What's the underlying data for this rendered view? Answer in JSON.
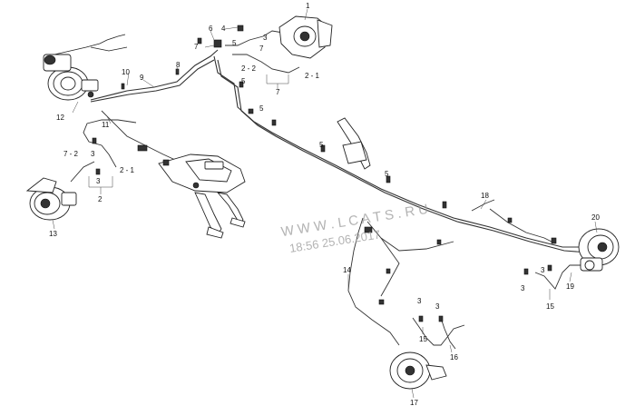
{
  "callouts": {
    "c1": "1",
    "c2_2_top": "2 - 2",
    "c2_1_top": "2 - 1",
    "c3_top": "3",
    "c4": "4",
    "c5_a": "5",
    "c5_b": "5",
    "c5_c": "5",
    "c5_d": "5",
    "c5_e": "5",
    "c6": "6",
    "c7_top": "7",
    "c7_left": "7",
    "c7_bottom": "7",
    "c8": "8",
    "c9": "9",
    "c10": "10",
    "c11": "11",
    "c12": "12",
    "c2_2_left": "7 - 2",
    "c3_left_a": "3",
    "c3_left_b": "3",
    "c2_1_left": "2 - 1",
    "c2_left": "2",
    "c13": "13",
    "c18": "18",
    "c20": "20",
    "c14": "14",
    "c3_bot_a": "3",
    "c3_bot_b": "3",
    "c15_bot": "15",
    "c16": "16",
    "c17": "17",
    "c3_right_a": "3",
    "c3_right_b": "3",
    "c19": "19",
    "c15_right": "15"
  },
  "watermark": {
    "site": "W W W . L C A T S . R U",
    "timestamp": "18:56 25.06.2017"
  }
}
